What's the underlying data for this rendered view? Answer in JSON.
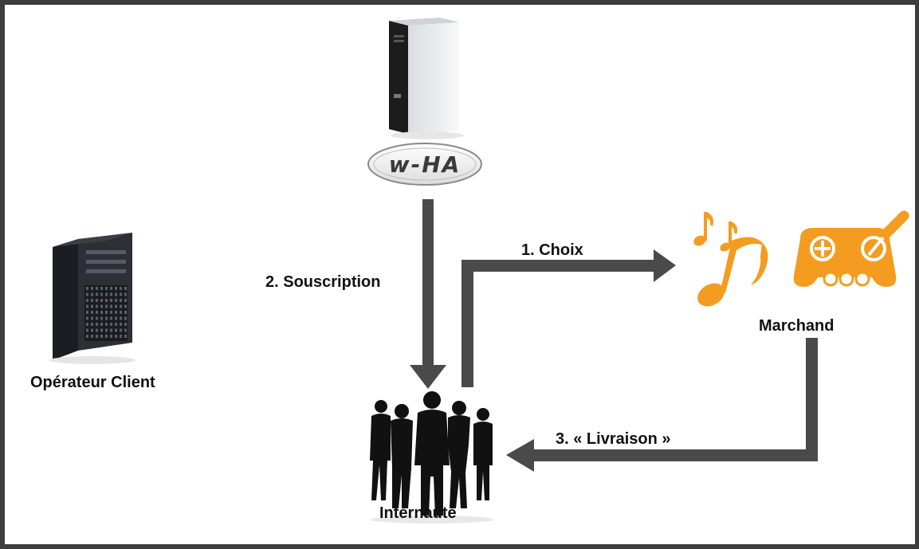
{
  "nodes": {
    "server_brand": "w-HA",
    "operator_label": "Opérateur Client",
    "merchant_label": "Marchand",
    "user_label": "Internaute"
  },
  "steps": {
    "choice": "1. Choix",
    "subscription": "2. Souscription",
    "delivery": "3. « Livraison »"
  },
  "colors": {
    "frame": "#3d3d3d",
    "arrow": "#4a4a4a",
    "merchant_orange": "#f39c1f",
    "silhouette": "#111111"
  },
  "icons": [
    "server-tower-icon",
    "operator-server-icon",
    "music-note-icon",
    "gamepad-icon",
    "people-silhouette-icon"
  ]
}
